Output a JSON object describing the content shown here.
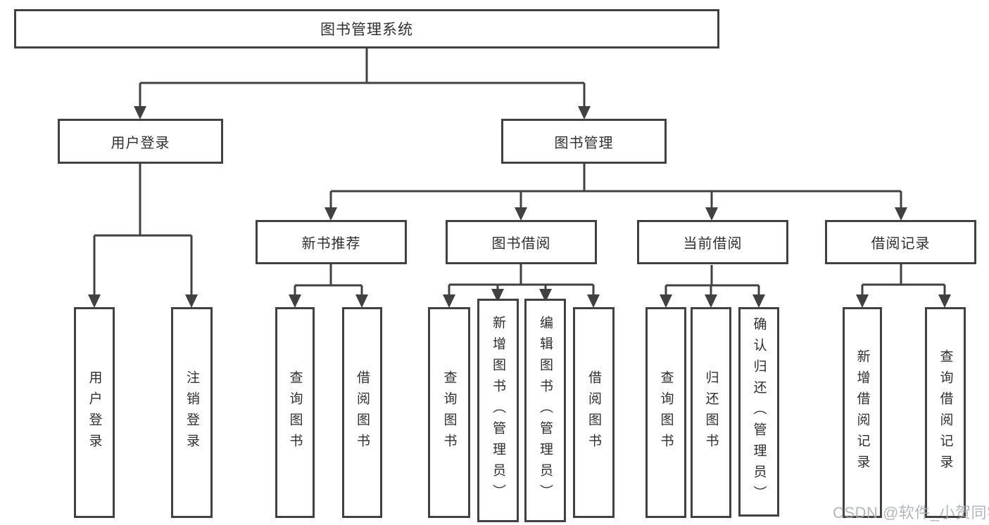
{
  "tree": {
    "root": "图书管理系统",
    "user_login": {
      "label": "用户登录",
      "children": [
        "用户登录",
        "注销登录"
      ]
    },
    "book_management": {
      "label": "图书管理",
      "sections": [
        {
          "label": "新书推荐",
          "children": [
            "查询图书",
            "借阅图书"
          ]
        },
        {
          "label": "图书借阅",
          "children": [
            "查询图书",
            "新增图书（管理员）",
            "编辑图书（管理员）",
            "借阅图书"
          ]
        },
        {
          "label": "当前借阅",
          "children": [
            "查询图书",
            "归还图书",
            "确认归还（管理员）"
          ]
        },
        {
          "label": "借阅记录",
          "children": [
            "新增借阅记录",
            "查询借阅记录"
          ]
        }
      ]
    }
  },
  "watermark": "CSDN @软件_小贺同学",
  "colors": {
    "line": "#414141",
    "box_border": "#414141",
    "text": "#2f2f2f",
    "watermark": "#a5aaaf",
    "background": "#ffffff"
  }
}
